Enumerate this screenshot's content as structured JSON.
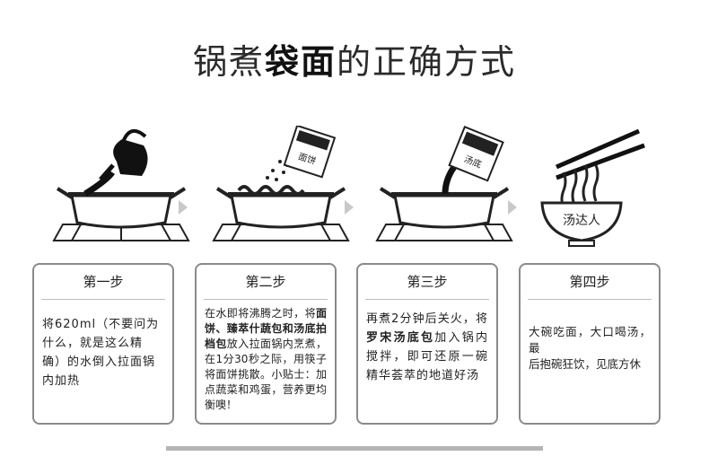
{
  "title": {
    "part1": "锅煮",
    "part2": "袋面",
    "part3": "的正确方式"
  },
  "packet_labels": [
    "面饼",
    "汤底"
  ],
  "bowl_logo": "汤达人",
  "steps": [
    {
      "heading": "第一步",
      "lines": [
        "将620ml（不要问为",
        "什么，就是这么精",
        "确）的水倒入拉面锅",
        "内加热"
      ]
    },
    {
      "heading": "第二步",
      "seg": [
        "在水即将沸腾之时，将",
        "面饼、臻萃什蔬包和汤底",
        "拍档包",
        "放入拉面锅内烹煮，在1分30秒之际，用筷子将面饼挑散。小贴士：加点蔬菜和鸡蛋，营养更均衡噢！"
      ]
    },
    {
      "heading": "第三步",
      "seg": [
        "再煮2分钟后关火，将",
        "罗宋汤底包",
        "加入锅内搅拌，即可还原一碗精华荟萃的地道好汤"
      ]
    },
    {
      "heading": "第四步",
      "lines": [
        "大碗吃面，大口喝汤，最",
        "后抱碗狂饮，见底方休"
      ]
    }
  ],
  "colors": {
    "ink": "#222222",
    "border": "#8a8a8a",
    "bar": "#b5b5b5"
  }
}
